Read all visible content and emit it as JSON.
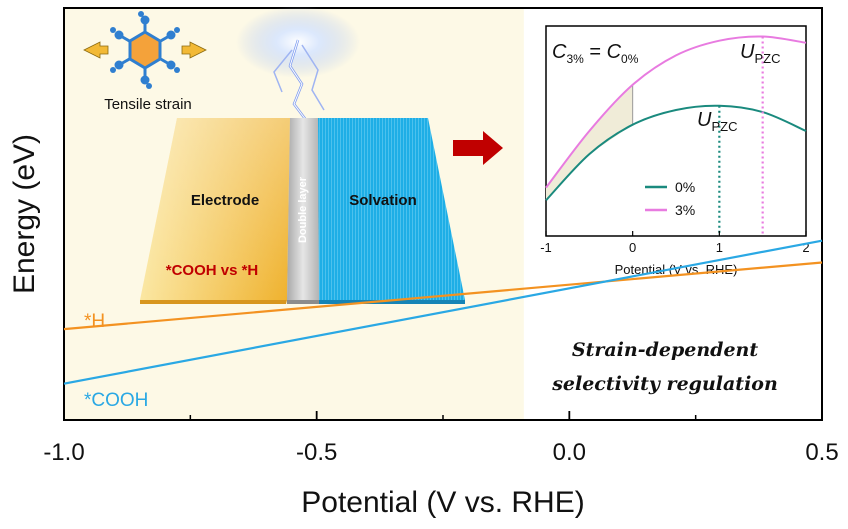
{
  "chart_data": {
    "type": "line",
    "xlabel": "Potential (V vs. RHE)",
    "ylabel": "Energy (eV)",
    "xlim": [
      -1.0,
      0.5
    ],
    "x_ticks": [
      "-1.0",
      "-0.5",
      "0.0",
      "0.5"
    ],
    "grid": false,
    "series": [
      {
        "name": "*H",
        "color": "#f39221",
        "x": [
          -1.0,
          0.5
        ],
        "y": [
          -0.45,
          0.1
        ]
      },
      {
        "name": "*COOH",
        "color": "#2aa8e4",
        "x": [
          -1.0,
          0.5
        ],
        "y": [
          -0.9,
          0.28
        ]
      }
    ],
    "ylim": [
      -1.2,
      2.2
    ],
    "annotation": [
      "Strain-dependent",
      "selectivity regulation"
    ],
    "shaded_region": {
      "from": -1.0,
      "to": -0.09,
      "color": "#fdf9e6"
    }
  },
  "illustration": {
    "strain_label": "Tensile strain",
    "electrode_label": "Electrode",
    "double_layer_label": "Double layer",
    "solvation_label": "Solvation",
    "selectivity_label": "*COOH vs *H",
    "colors": {
      "electrode": "#f2b935",
      "solvation": "#1bb0e8",
      "arrow": "#c00000",
      "molecule": "#2f7fd0"
    }
  },
  "inset": {
    "type": "line",
    "condition": [
      "C",
      "3%",
      " = ",
      "C",
      "0%"
    ],
    "pzc_label": [
      "U",
      "PZC"
    ],
    "xlabel": "Potential (V vs. RHE)",
    "xlim": [
      -1,
      2
    ],
    "x_ticks": [
      "-1",
      "0",
      "1",
      "2"
    ],
    "ylim": [
      0,
      1
    ],
    "series": [
      {
        "name": "0%",
        "color": "#1a8a7e",
        "x": [
          -1,
          -0.5,
          0,
          0.5,
          1,
          1.5,
          2
        ],
        "y": [
          0.17,
          0.39,
          0.53,
          0.6,
          0.62,
          0.59,
          0.5
        ],
        "pzc": 1.0
      },
      {
        "name": "3%",
        "color": "#e87be0",
        "x": [
          -1,
          -0.5,
          0,
          0.5,
          1,
          1.5,
          2
        ],
        "y": [
          0.23,
          0.5,
          0.72,
          0.86,
          0.93,
          0.95,
          0.92
        ],
        "pzc": 1.5
      }
    ]
  }
}
